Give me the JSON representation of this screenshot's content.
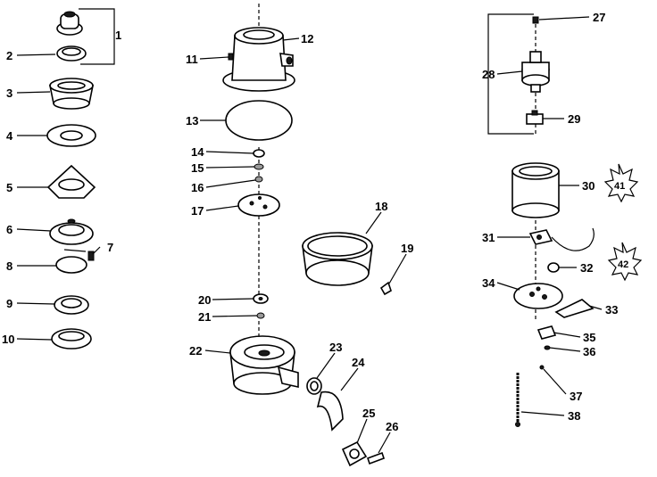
{
  "callouts": [
    {
      "id": "1",
      "label": "1"
    },
    {
      "id": "2",
      "label": "2"
    },
    {
      "id": "3",
      "label": "3"
    },
    {
      "id": "4",
      "label": "4"
    },
    {
      "id": "5",
      "label": "5"
    },
    {
      "id": "6",
      "label": "6"
    },
    {
      "id": "7",
      "label": "7"
    },
    {
      "id": "8",
      "label": "8"
    },
    {
      "id": "9",
      "label": "9"
    },
    {
      "id": "10",
      "label": "10"
    },
    {
      "id": "11",
      "label": "11"
    },
    {
      "id": "12",
      "label": "12"
    },
    {
      "id": "13",
      "label": "13"
    },
    {
      "id": "14",
      "label": "14"
    },
    {
      "id": "15",
      "label": "15"
    },
    {
      "id": "16",
      "label": "16"
    },
    {
      "id": "17",
      "label": "17"
    },
    {
      "id": "18",
      "label": "18"
    },
    {
      "id": "19",
      "label": "19"
    },
    {
      "id": "20",
      "label": "20"
    },
    {
      "id": "21",
      "label": "21"
    },
    {
      "id": "22",
      "label": "22"
    },
    {
      "id": "23",
      "label": "23"
    },
    {
      "id": "24",
      "label": "24"
    },
    {
      "id": "25",
      "label": "25"
    },
    {
      "id": "26",
      "label": "26"
    },
    {
      "id": "27",
      "label": "27"
    },
    {
      "id": "28",
      "label": "28"
    },
    {
      "id": "29",
      "label": "29"
    },
    {
      "id": "30",
      "label": "30"
    },
    {
      "id": "31",
      "label": "31"
    },
    {
      "id": "32",
      "label": "32"
    },
    {
      "id": "33",
      "label": "33"
    },
    {
      "id": "34",
      "label": "34"
    },
    {
      "id": "35",
      "label": "35"
    },
    {
      "id": "36",
      "label": "36"
    },
    {
      "id": "37",
      "label": "37"
    },
    {
      "id": "38",
      "label": "38"
    }
  ],
  "maple_leaves": [
    {
      "id": "41",
      "label": "41"
    },
    {
      "id": "42",
      "label": "42"
    }
  ]
}
